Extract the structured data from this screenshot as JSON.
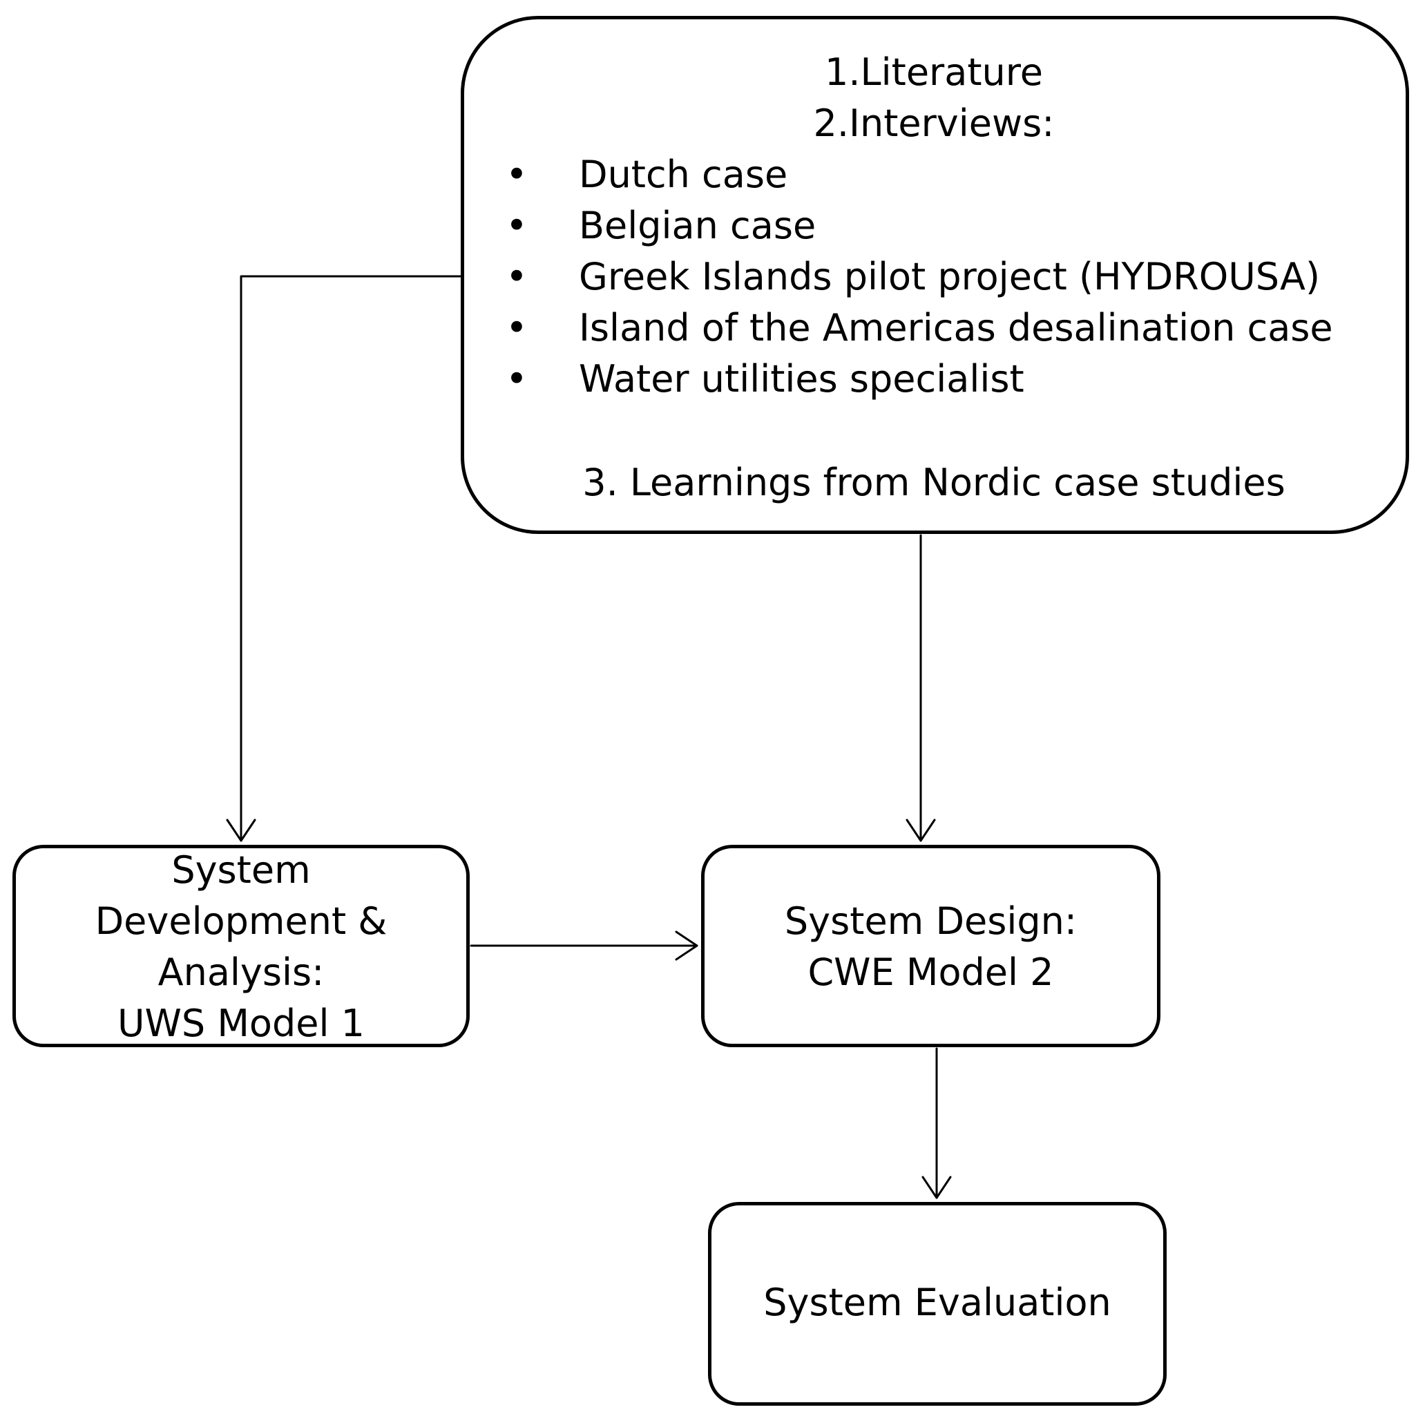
{
  "sources_box": {
    "line1": "1.Literature",
    "line2": "2.Interviews:",
    "bullets": [
      {
        "marker": "•",
        "text": "Dutch case"
      },
      {
        "marker": "•",
        "text": "Belgian case"
      },
      {
        "marker": "•",
        "text": "Greek Islands pilot project (HYDROUSA)"
      },
      {
        "marker": "•",
        "text": "Island of the Americas desalination case"
      },
      {
        "marker": "•",
        "text": "Water utilities specialist"
      }
    ],
    "line3": "3. Learnings from Nordic case studies"
  },
  "uws_box": {
    "lines": [
      "System",
      "Development &",
      "Analysis:",
      "UWS Model 1"
    ]
  },
  "cwe_box": {
    "lines": [
      "System Design:",
      "CWE Model 2"
    ]
  },
  "eval_box": {
    "label": "System Evaluation"
  },
  "edges": [
    {
      "from": "sources",
      "to": "uws"
    },
    {
      "from": "sources",
      "to": "cwe"
    },
    {
      "from": "uws",
      "to": "cwe"
    },
    {
      "from": "cwe",
      "to": "eval"
    }
  ]
}
